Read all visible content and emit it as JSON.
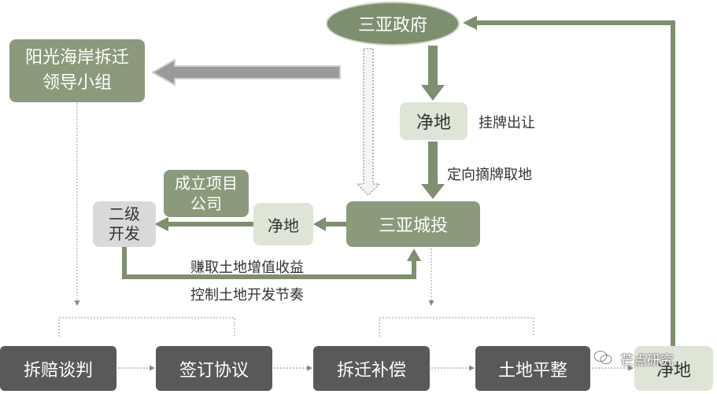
{
  "nodes": {
    "government": "三亚政府",
    "demolition_group": "阳光海岸拆迁领导小组",
    "clean_land_top": "净地",
    "clean_land_mid": "净地",
    "clean_land_bottom": "净地",
    "city_investment": "三亚城投",
    "project_company": "成立项目公司",
    "secondary_development": "二级开发",
    "steps": [
      "拆赔谈判",
      "签订协议",
      "拆迁补偿",
      "土地平整"
    ]
  },
  "labels": {
    "listing_transfer": "挂牌出让",
    "directional_listing": "定向摘牌取地",
    "earn_value": "赚取土地增值收益",
    "control_pace": "控制土地开发节奏"
  },
  "watermark": "芒点研究",
  "colors": {
    "green_node": "#8a9a7b",
    "government_node": "#7e8f70",
    "light_node": "#dfe5d6",
    "grey_node": "#d9d9d9",
    "step_node": "#595959",
    "arrow": "#7f8f6f"
  }
}
